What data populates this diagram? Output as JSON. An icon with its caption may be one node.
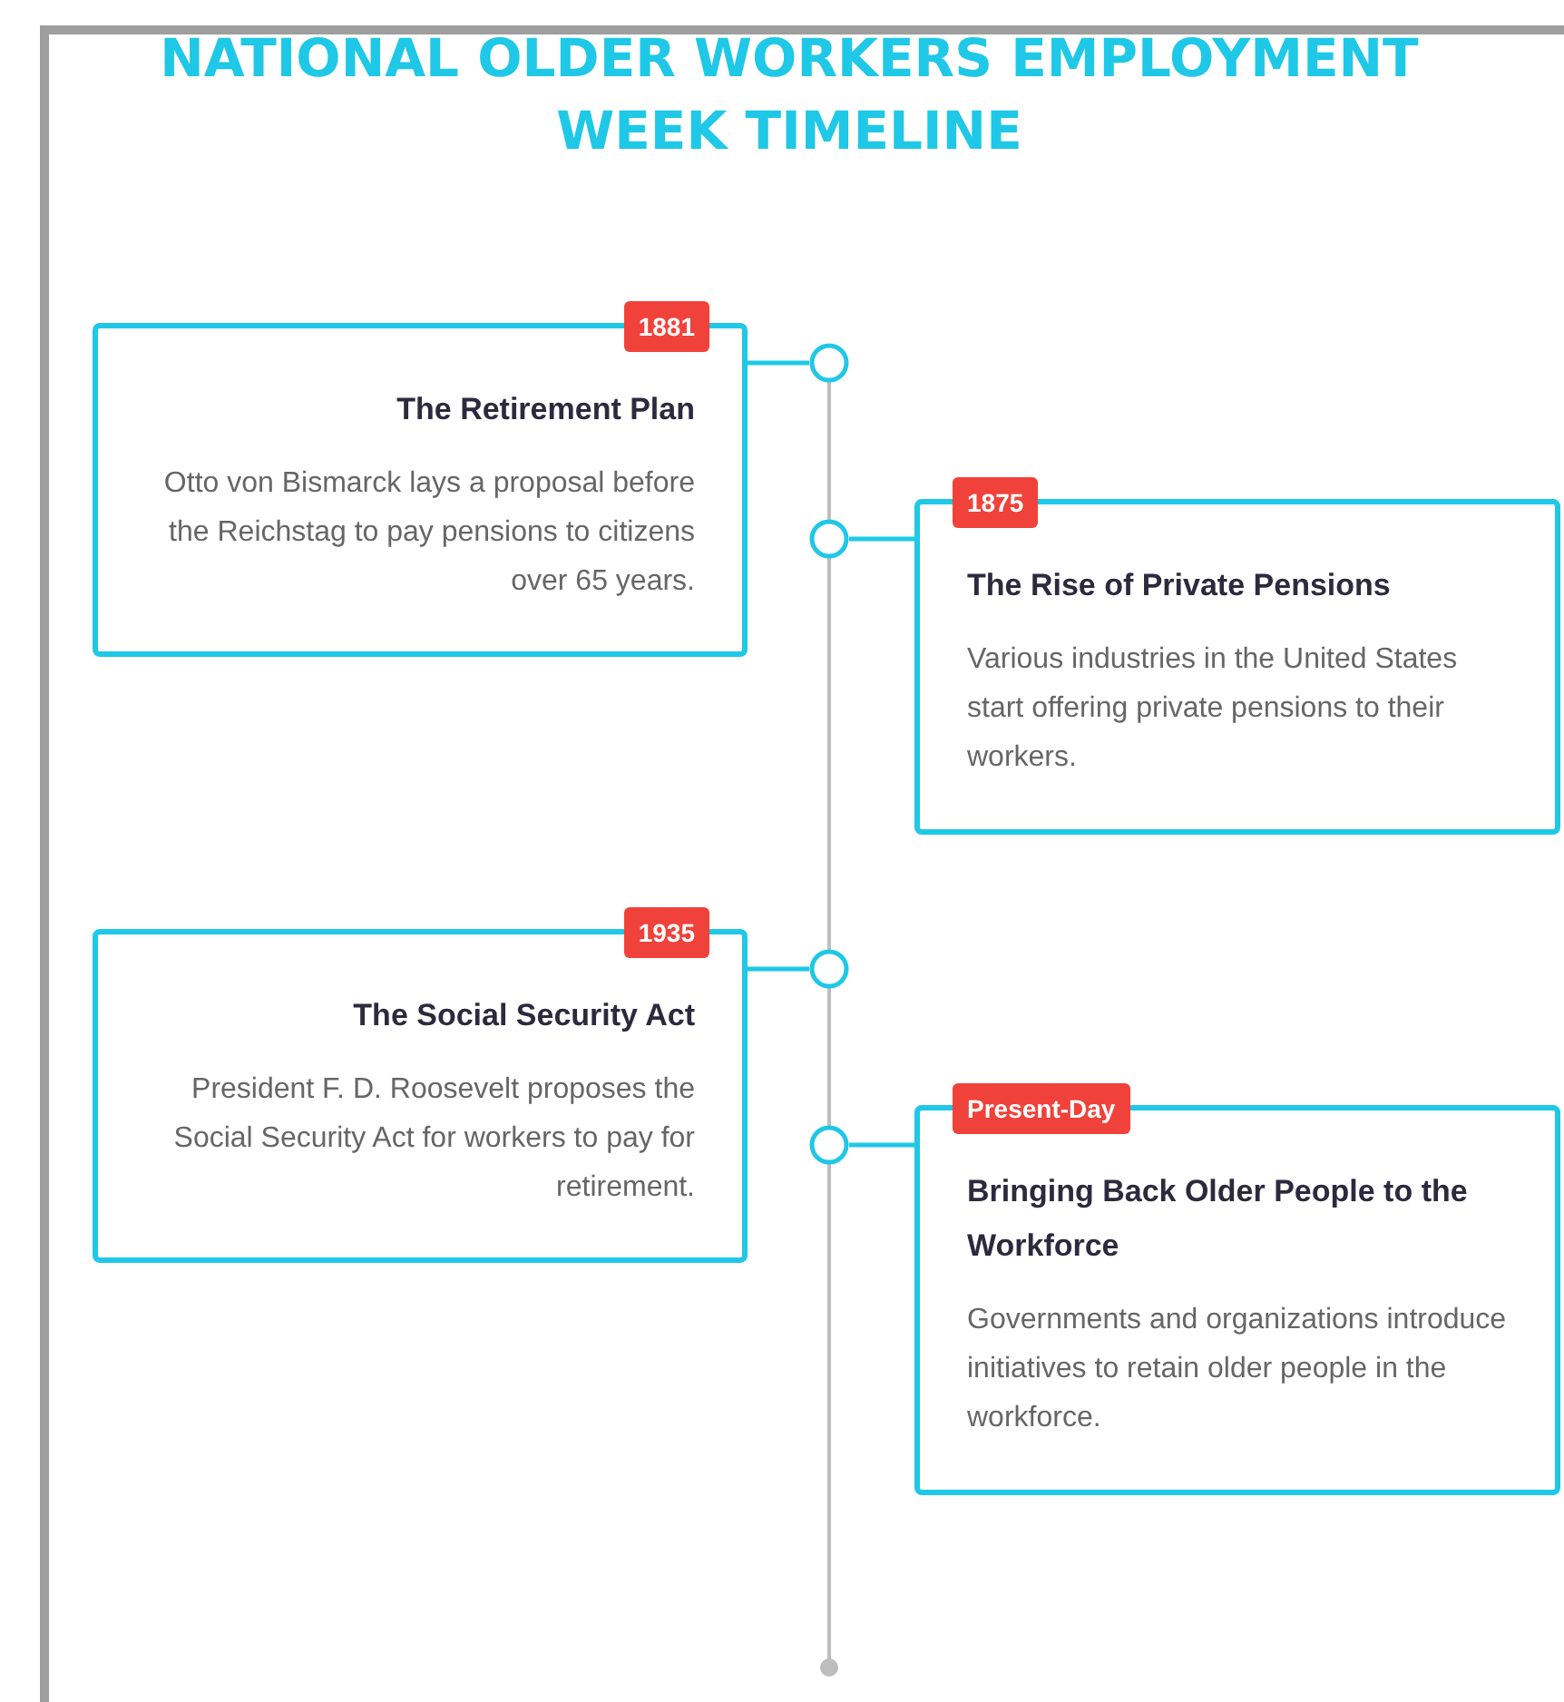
{
  "diagram": {
    "title": "NATIONAL OLDER WORKERS EMPLOYMENT WEEK TIMELINE",
    "nodes": [
      {
        "text": [
          "The Retirement Plan",
          "Otto von Bismarck lays a proposal before the Reichstag to pay pensions to citizens over 65 years."
        ]
      },
      {
        "text": [
          "1881"
        ],
        "in": 0
      },
      {
        "text": [],
        "shape": "circle"
      },
      {
        "text": [
          "The Rise of Private Pensions",
          "Various industries in the United States start offering private pensions to their workers."
        ]
      },
      {
        "text": [
          "1875"
        ],
        "in": 3
      },
      {
        "text": [],
        "shape": "circle"
      },
      {
        "text": [
          "The Social Security Act",
          "President F. D. Roosevelt proposes the Social Security Act for workers to pay for retirement."
        ]
      },
      {
        "text": [
          "1935"
        ],
        "in": 6
      },
      {
        "text": [],
        "shape": "circle"
      },
      {
        "text": [
          "Bringing Back Older People to the Workforce",
          "Governments and organizations introduce initiatives to retain older people in the workforce."
        ]
      },
      {
        "text": [
          "Present-Day"
        ],
        "in": 9
      },
      {
        "text": [],
        "shape": "circle"
      }
    ],
    "edges": [
      {
        "from": 0,
        "to": 2,
        "arrow": "none"
      },
      {
        "from": 5,
        "to": 3,
        "arrow": "none"
      },
      {
        "from": 6,
        "to": 8,
        "arrow": "none"
      },
      {
        "from": 11,
        "to": 9,
        "arrow": "none"
      }
    ]
  }
}
